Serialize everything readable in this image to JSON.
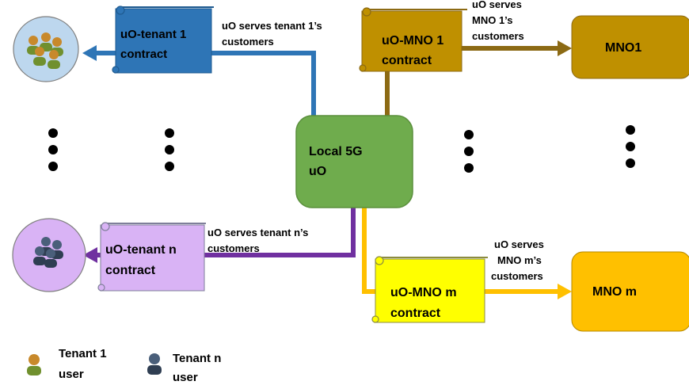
{
  "hub": {
    "line1": "Local 5G",
    "line2": "uO",
    "color": "#6fac4d"
  },
  "contracts": {
    "tenant1": {
      "line1": "uO-tenant 1",
      "line2": "contract",
      "color": "#2e75b6"
    },
    "tenantn": {
      "line1": "uO-tenant n",
      "line2": "contract",
      "color": "#d9b3f5"
    },
    "mno1": {
      "line1": "uO-MNO 1",
      "line2": "contract",
      "color": "#bf9000"
    },
    "mnom": {
      "line1": "uO-MNO m",
      "line2": "contract",
      "color": "#ffff00"
    }
  },
  "operators": {
    "mno1": {
      "label": "MNO1",
      "color": "#bf9000"
    },
    "mnom": {
      "label": "MNO m",
      "color": "#ffc000"
    }
  },
  "edge_labels": {
    "tenant1": [
      "uO serves tenant 1’s",
      "customers"
    ],
    "tenantn": [
      "uO serves tenant n’s",
      "customers"
    ],
    "mno1": [
      "uO serves",
      "MNO 1’s",
      "customers"
    ],
    "mnom": [
      "uO serves",
      "MNO m’s",
      "customers"
    ]
  },
  "legend": {
    "tenant1": {
      "line1": "Tenant 1",
      "line2": "user",
      "color": "#70902e"
    },
    "tenantn": {
      "line1": "Tenant n",
      "line2": "user",
      "color": "#3b4e66"
    }
  },
  "colors": {
    "blue_line": "#2e75b6",
    "purple_line": "#7030a0",
    "brown_line": "#8c6a14",
    "gold_line": "#ffc000",
    "tenant1_circle": "#bdd7ee",
    "tenantn_circle": "#d9b3f5"
  }
}
